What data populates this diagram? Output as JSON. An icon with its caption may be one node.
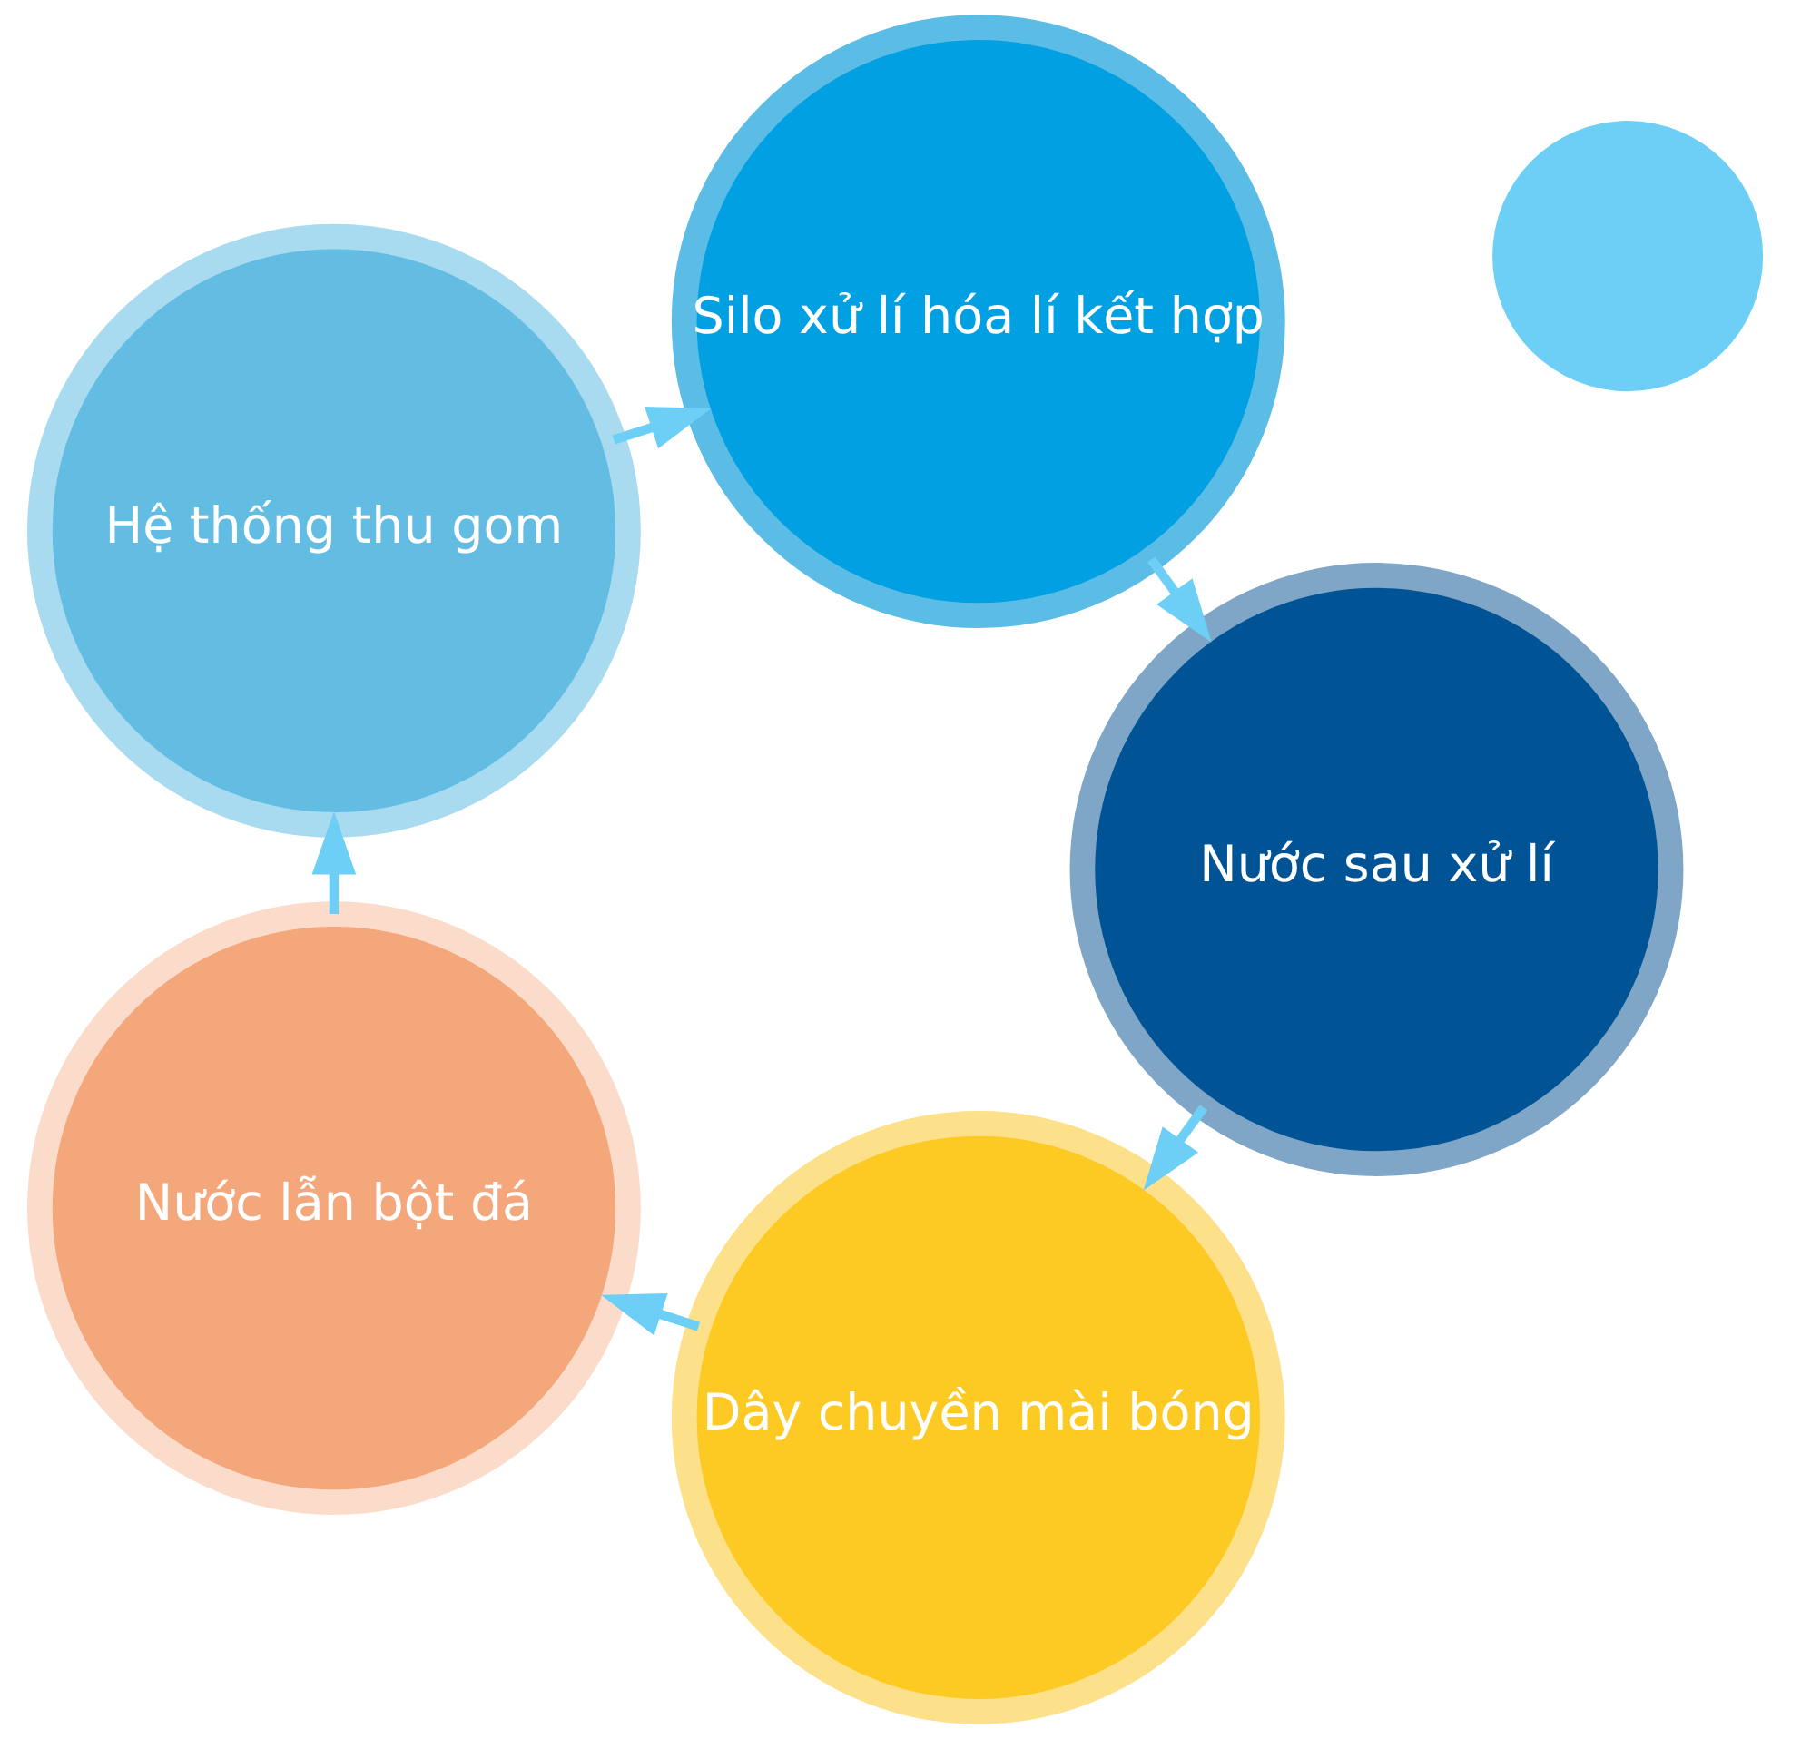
{
  "diagram": {
    "nodes": [
      {
        "text": [
          "Dây chuyền mài bóng"
        ]
      },
      {
        "text": [
          "Nước lẫn bột đá"
        ]
      },
      {
        "text": [
          "Hệ thống thu gom"
        ]
      },
      {
        "text": [
          "Silo xử lí hóa lí kết hợp"
        ]
      },
      {
        "text": [
          "Nước sau xử lí"
        ]
      },
      {
        "text": [],
        "shape": "circle"
      }
    ],
    "edges": [
      {
        "from": 4,
        "to": 0,
        "arrow": "to"
      },
      {
        "from": 0,
        "to": 1,
        "arrow": "to"
      },
      {
        "from": 1,
        "to": 2,
        "arrow": "to"
      },
      {
        "from": 2,
        "to": 3,
        "arrow": "to"
      },
      {
        "from": 3,
        "to": 4,
        "arrow": "to"
      }
    ]
  }
}
